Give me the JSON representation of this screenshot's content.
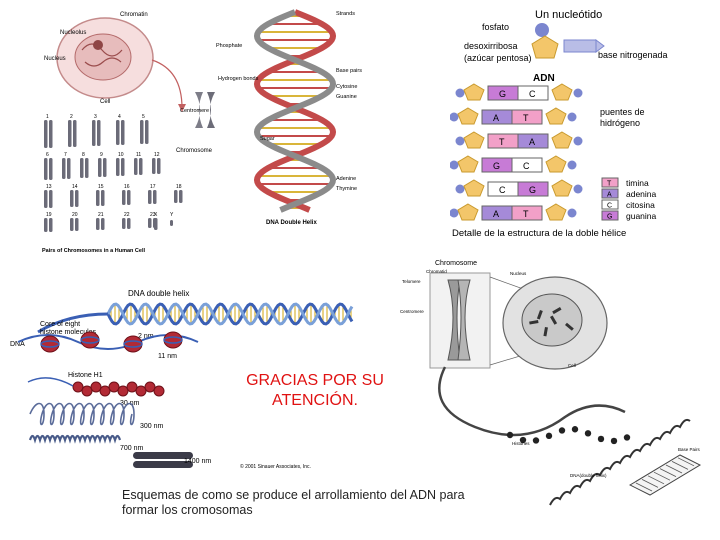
{
  "top_left": {
    "nucleolus": "Nucleolus",
    "chromatin": "Chromatin",
    "nucleus": "Nucleus",
    "cell": "Cell",
    "phosphate": "Phosphate",
    "hydrogen_bonds": "Hydrogen bonds",
    "centromere": "Centromere",
    "chromosome": "Chromosome",
    "sugar": "Sugar",
    "strand": "Strands",
    "base_pairs": "Base pairs",
    "cytosine": "Cytosine",
    "guanine": "Guanine",
    "adenine": "Adenine",
    "thymine": "Thymine",
    "dna_double_helix": "DNA Double Helix",
    "pairs_caption": "Pairs of Chromosomes in a Human Cell",
    "karyotype_numbers": [
      "1",
      "2",
      "3",
      "4",
      "5",
      "6",
      "7",
      "8",
      "9",
      "10",
      "11",
      "12",
      "13",
      "14",
      "15",
      "16",
      "17",
      "18",
      "19",
      "20",
      "21",
      "22",
      "23",
      "X",
      "Y"
    ]
  },
  "top_right": {
    "title": "Un nucleótido",
    "fosfato": "fosfato",
    "desoxirribosa": "desoxirribosa",
    "azucar": "(azúcar pentosa)",
    "base_nitrogenada": "base nitrogenada",
    "adn": "ADN",
    "puentes": "puentes de",
    "hidrogeno": "hidrógeno",
    "legend": [
      {
        "letter": "T",
        "name": "timina",
        "color": "#f2a0c8"
      },
      {
        "letter": "A",
        "name": "adenina",
        "color": "#a58ad8"
      },
      {
        "letter": "C",
        "name": "citosina",
        "color": "#ffffff"
      },
      {
        "letter": "G",
        "name": "guanina",
        "color": "#c77bd6"
      }
    ],
    "rungs": [
      {
        "left": "G",
        "right": "C"
      },
      {
        "left": "A",
        "right": "T"
      },
      {
        "left": "T",
        "right": "A"
      },
      {
        "left": "G",
        "right": "C"
      },
      {
        "left": "C",
        "right": "G"
      },
      {
        "left": "A",
        "right": "T"
      }
    ],
    "caption": "Detalle de la estructura de la doble hélice"
  },
  "bottom_left": {
    "dna_double_helix": "DNA double helix",
    "core": "Core of eight",
    "histone_molecules": "histone molecules",
    "dna": "DNA",
    "nm_2": "2 nm",
    "nm_11": "11 nm",
    "histone_h1": "Histone H1",
    "nm_30": "30 nm",
    "nm_300": "300 nm",
    "nm_700": "700 nm",
    "nm_1400": "1400 nm",
    "copyright": "© 2001 Sinauer Associates, Inc."
  },
  "bottom_right": {
    "chromosome": "Chromosome",
    "chromatid": "Chromatid",
    "telomere": "Telomere",
    "centromere": "Centromere",
    "nucleus": "Nucleus",
    "cell": "Cell",
    "histones": "Histones",
    "base_pairs": "Base Pairs",
    "double_helix": "DNA(double helix)"
  },
  "thanks_line1": "GRACIAS POR SU",
  "thanks_line2": "ATENCIÓN.",
  "caption_line1": "Esquemas de como se produce el arrollamiento del ADN para",
  "caption_line2": "formar los cromosomas",
  "colors": {
    "thanks": "#e01212",
    "helix_blue": "#3a5fb4",
    "helix_gold": "#d9b53a",
    "histone": "#b22a35",
    "pentagon": "#f3c66a",
    "phosphate": "#7b86cf"
  }
}
